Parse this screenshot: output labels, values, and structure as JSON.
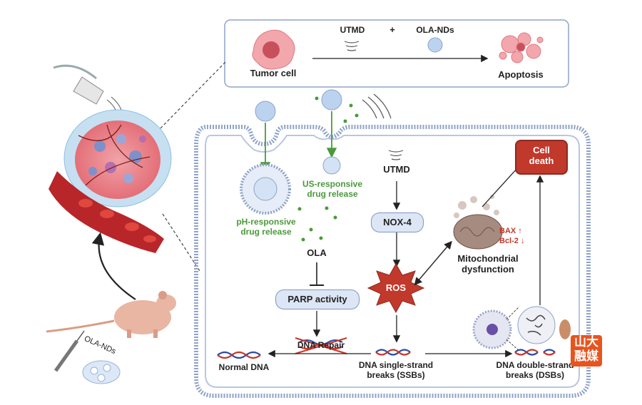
{
  "top_panel": {
    "tumor_cell_label": "Tumor cell",
    "utmd_label": "UTMD",
    "plus_sign": "+",
    "ola_nds_label": "OLA-NDs",
    "apoptosis_label": "Apoptosis"
  },
  "left": {
    "ola_nds_vial_label": "OLA-NDs"
  },
  "cell": {
    "ph_release": "pH-responsive\ndrug release",
    "us_release": "US-responsive\ndrug release",
    "utmd": "UTMD",
    "nox4": "NOX-4",
    "ola": "OLA",
    "parp_activity": "PARP activity",
    "ros": "ROS",
    "cell_death": "Cell\ndeath",
    "bax": "BAX ↑",
    "bcl2": "Bcl-2 ↓",
    "mito_dysfunction": "Mitochondrial\ndysfunction",
    "dna_repair": "DNA Repair",
    "normal_dna": "Normal DNA",
    "ssb": "DNA single-strand\nbreaks (SSBs)",
    "dsb": "DNA double-strand\nbreaks (DSBs)"
  },
  "watermark": {
    "char1": "山",
    "char2": "大",
    "char3": "融",
    "char4": "媒"
  },
  "colors": {
    "membrane": "#8fa3c8",
    "drug_green": "#4a9a3a",
    "red": "#c0392b",
    "blood": "#b8262a",
    "pill_fill": "#dde6f5"
  }
}
